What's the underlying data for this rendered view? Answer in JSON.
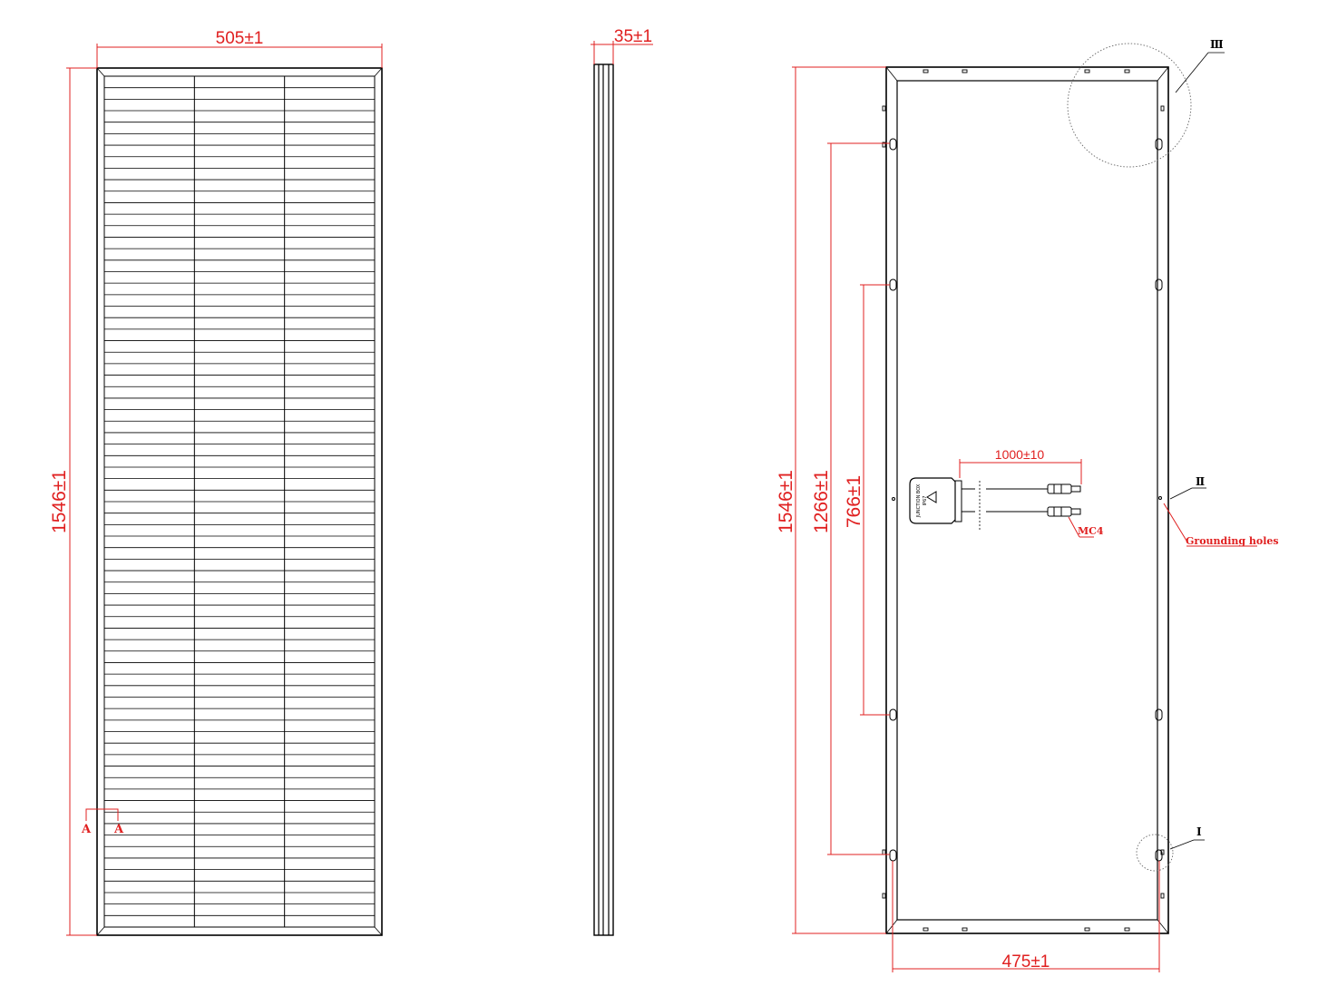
{
  "front_view": {
    "width_dim": "505±1",
    "height_dim": "1546±1",
    "section_marker": "A",
    "cell_columns": 3,
    "cell_rows": 74
  },
  "side_view": {
    "thickness_dim": "35±1"
  },
  "back_view": {
    "height_dim": "1546±1",
    "hole_span_outer": "1266±1",
    "hole_span_inner": "766±1",
    "bottom_dim": "475±1",
    "cable_dim": "1000±10",
    "connector_label": "MC4",
    "grounding_label": "Grounding holes",
    "detail_labels": [
      "Ⅲ",
      "Ⅱ",
      "Ⅰ"
    ],
    "junction_box_text": [
      "JUNCTION BOX",
      "IP67"
    ]
  }
}
